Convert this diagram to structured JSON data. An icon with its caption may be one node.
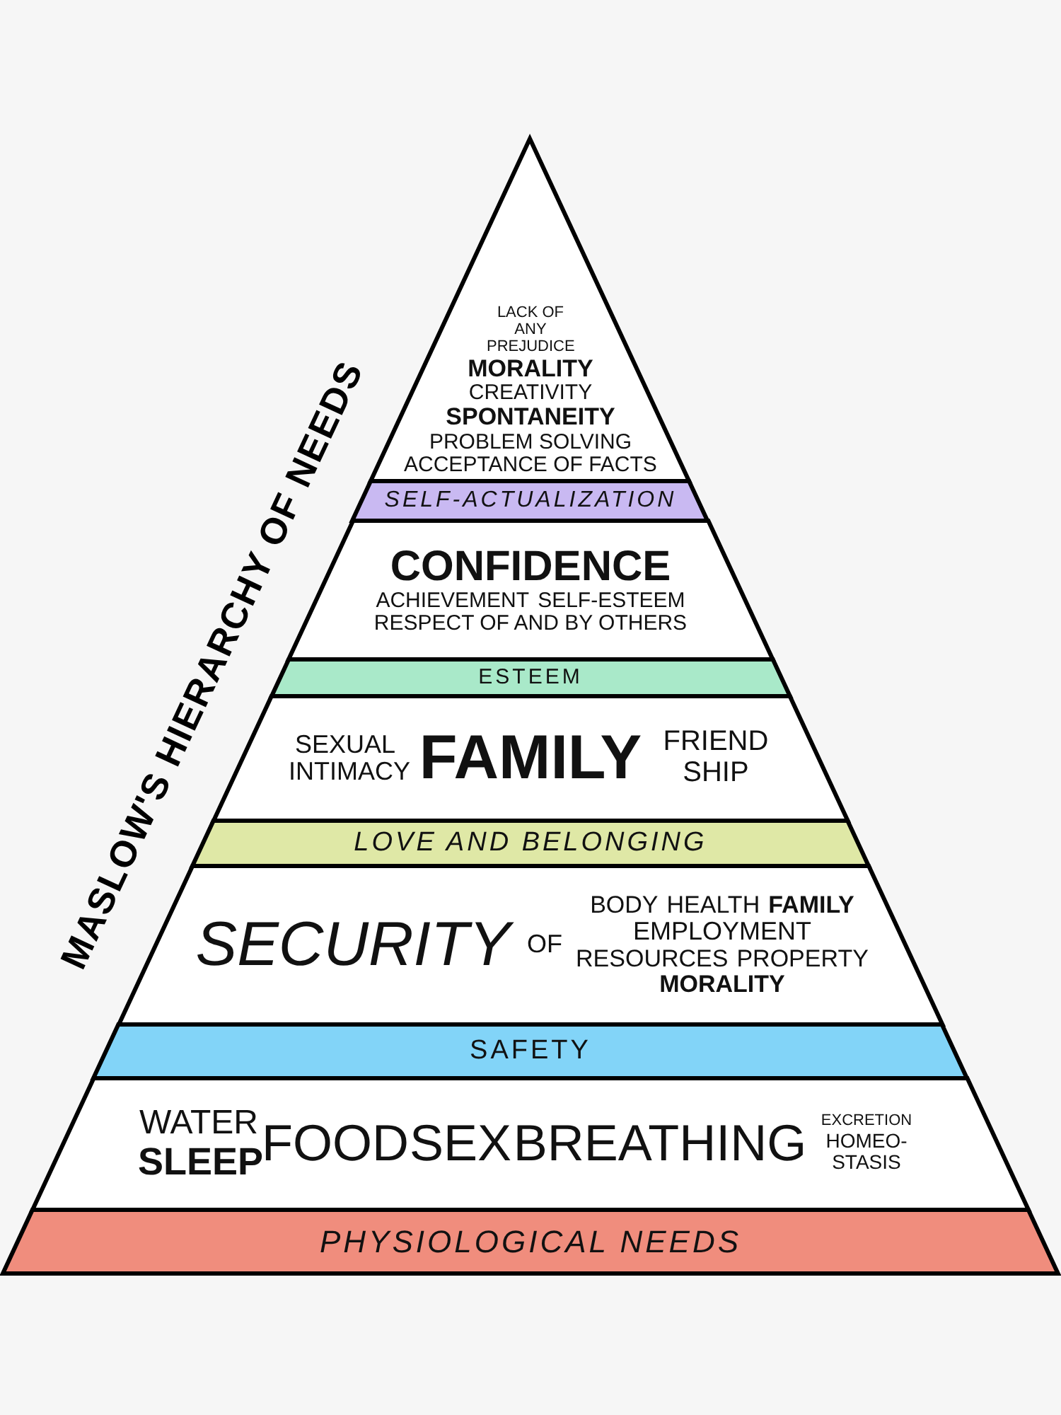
{
  "diagram": {
    "title": "MASLOW'S HIERARCHY OF NEEDS",
    "nodes": [
      {
        "text": [
          "LACK OF ANY PREJUDICE",
          "MORALITY",
          "CREATIVITY",
          "SPONTANEITY",
          "PROBLEM SOLVING",
          "ACCEPTANCE OF FACTS"
        ]
      },
      {
        "text": [
          "SELF-ACTUALIZATION"
        ]
      },
      {
        "text": [
          "CONFIDENCE",
          "ACHIEVEMENT",
          "SELF-ESTEEM",
          "RESPECT OF AND BY OTHERS"
        ]
      },
      {
        "text": [
          "ESTEEM"
        ]
      },
      {
        "text": [
          "SEXUAL INTIMACY",
          "FAMILY",
          "FRIEND SHIP"
        ]
      },
      {
        "text": [
          "LOVE AND BELONGING"
        ]
      },
      {
        "text": [
          "SECURITY",
          "OF",
          "BODY",
          "HEALTH",
          "FAMILY",
          "EMPLOYMENT",
          "RESOURCES",
          "PROPERTY",
          "MORALITY"
        ]
      },
      {
        "text": [
          "SAFETY"
        ]
      },
      {
        "text": [
          "WATER",
          "SLEEP",
          "FOOD",
          "SEX",
          "BREATHING",
          "EXCRETION",
          "HOMEO- STASIS"
        ]
      },
      {
        "text": [
          "PHYSIOLOGICAL NEEDS"
        ]
      }
    ]
  }
}
